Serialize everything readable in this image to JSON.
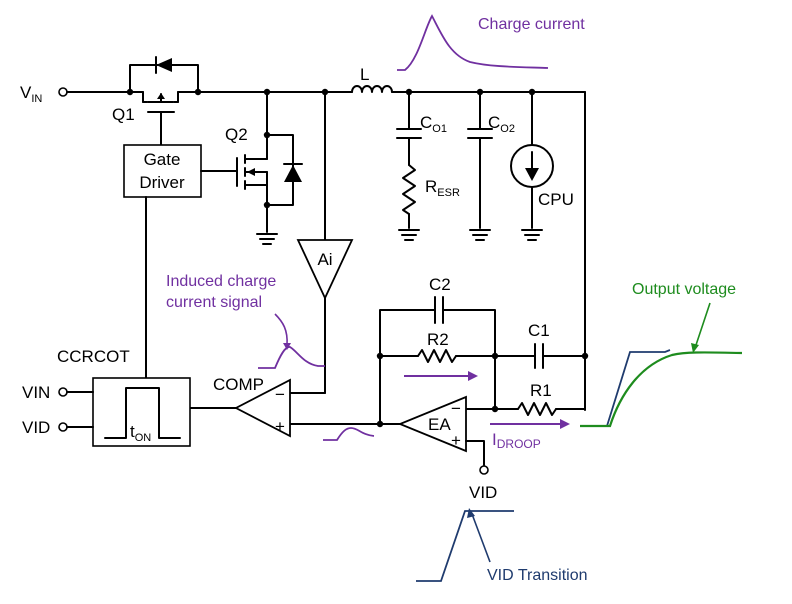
{
  "labels": {
    "vin_top": "V",
    "vin_top_sub": "IN",
    "q1": "Q1",
    "q2": "Q2",
    "gate_driver_1": "Gate",
    "gate_driver_2": "Driver",
    "inductor": "L",
    "co1": "C",
    "co1_sub": "O1",
    "co2": "C",
    "co2_sub": "O2",
    "resr": "R",
    "resr_sub": "ESR",
    "cpu": "CPU",
    "ai": "Ai",
    "c2": "C2",
    "r2": "R2",
    "c1": "C1",
    "r1": "R1",
    "ccrcot": "CCRCOT",
    "vin_left": "VIN",
    "vid_left": "VID",
    "ton": "t",
    "ton_sub": "ON",
    "comp": "COMP",
    "comp_minus": "−",
    "comp_plus": "+",
    "ea": "EA",
    "ea_minus": "−",
    "ea_plus": "+",
    "vid_bottom": "VID",
    "idroop": "I",
    "idroop_sub": "DROOP"
  },
  "annotations": {
    "charge_current": "Charge current",
    "induced_1": "Induced charge",
    "induced_2": "current signal",
    "output_voltage": "Output voltage",
    "vid_transition": "VID Transition"
  },
  "colors": {
    "annotation_purple": "#7030a0",
    "output_green": "#1e8c1e",
    "vid_blue": "#1f3b6e"
  }
}
